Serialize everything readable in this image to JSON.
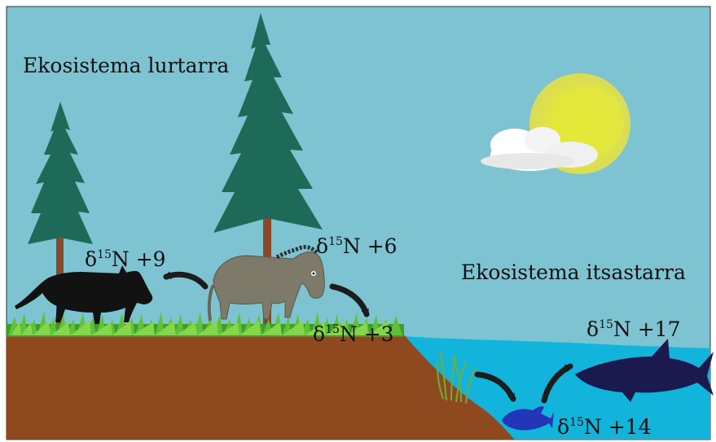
{
  "labels": {
    "terrestrial": "Ekosistema lurtarra",
    "aquatic": "Ekosistema itsastarra"
  },
  "isotopes": {
    "wolf": {
      "delta": "δ",
      "mass": "15",
      "rest": "N +9"
    },
    "horse": {
      "delta": "δ",
      "mass": "15",
      "rest": "N +6"
    },
    "grass": {
      "delta": "δ",
      "mass": "15",
      "rest": "N +3"
    },
    "shark": {
      "delta": "δ",
      "mass": "15",
      "rest": "N +17"
    },
    "fish": {
      "delta": "δ",
      "mass": "15",
      "rest": "N +14"
    }
  },
  "colors": {
    "sky": "#7ec3d2",
    "water": "#12b4dc",
    "soil": "#8e4a1e",
    "grass": "#5fc13a",
    "tree": "#1e6a58",
    "trunk": "#8a4a2a",
    "sun": "#e3e54a",
    "wolf": "#121212",
    "horse": "#7e7a6a",
    "shark": "#1a1a4e",
    "fish": "#2436b8",
    "arrow": "#1c1c1c"
  },
  "icons": [
    "tree-icon",
    "sun-icon",
    "cloud-icon",
    "wolf-icon",
    "horse-icon",
    "shark-icon",
    "fish-icon",
    "seagrass-icon",
    "arrow-icon"
  ]
}
